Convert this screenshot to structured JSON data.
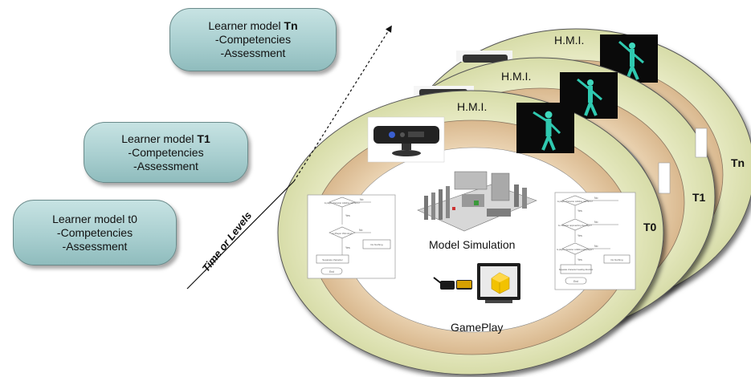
{
  "learner_models": [
    {
      "prefix": "Learner model ",
      "level": "Tn",
      "bold": true,
      "line2": "-Competencies",
      "line3": "-Assessment"
    },
    {
      "prefix": "Learner model ",
      "level": "T1",
      "bold": true,
      "line2": "-Competencies",
      "line3": "-Assessment"
    },
    {
      "prefix": "Learner model ",
      "level": "t0",
      "bold": false,
      "line2": "-Competencies",
      "line3": "-Assessment"
    }
  ],
  "axis_label": "Time or Levels",
  "layers": [
    {
      "level_label": "Tn",
      "hmi_label": "H.M.I."
    },
    {
      "level_label": "T1",
      "hmi_label": "H.M.I."
    },
    {
      "level_label": "T0",
      "hmi_label": "H.M.I."
    }
  ],
  "center": {
    "simulation_label": "Model Simulation",
    "gameplay_label": "GamePlay"
  },
  "flowchart_left": {
    "nodes": [
      "Is player character colliding with NPC?",
      "Is Player Winning?",
      "Separate character",
      "Do Nothing",
      "End"
    ],
    "edge_labels": [
      "Yes",
      "No",
      "No",
      "Yes"
    ]
  },
  "flowchart_right": {
    "nodes": [
      "Is player character colliding with NPC?",
      "Is character approaching the player?",
      "Is player character colliding with player?",
      "Separate character heading direction",
      "Do Nothing",
      "End"
    ],
    "edge_labels": [
      "Yes",
      "No",
      "Yes",
      "No",
      "Yes",
      "No"
    ]
  },
  "colors": {
    "outer_ring": "#e4e8bf",
    "middle_ring": "#e3c8a4",
    "center": "#ffffff",
    "model_box": "#a9cfd0",
    "sensor": "#222222",
    "skeleton": "#2fc9b0",
    "cube": "#f2c200"
  }
}
